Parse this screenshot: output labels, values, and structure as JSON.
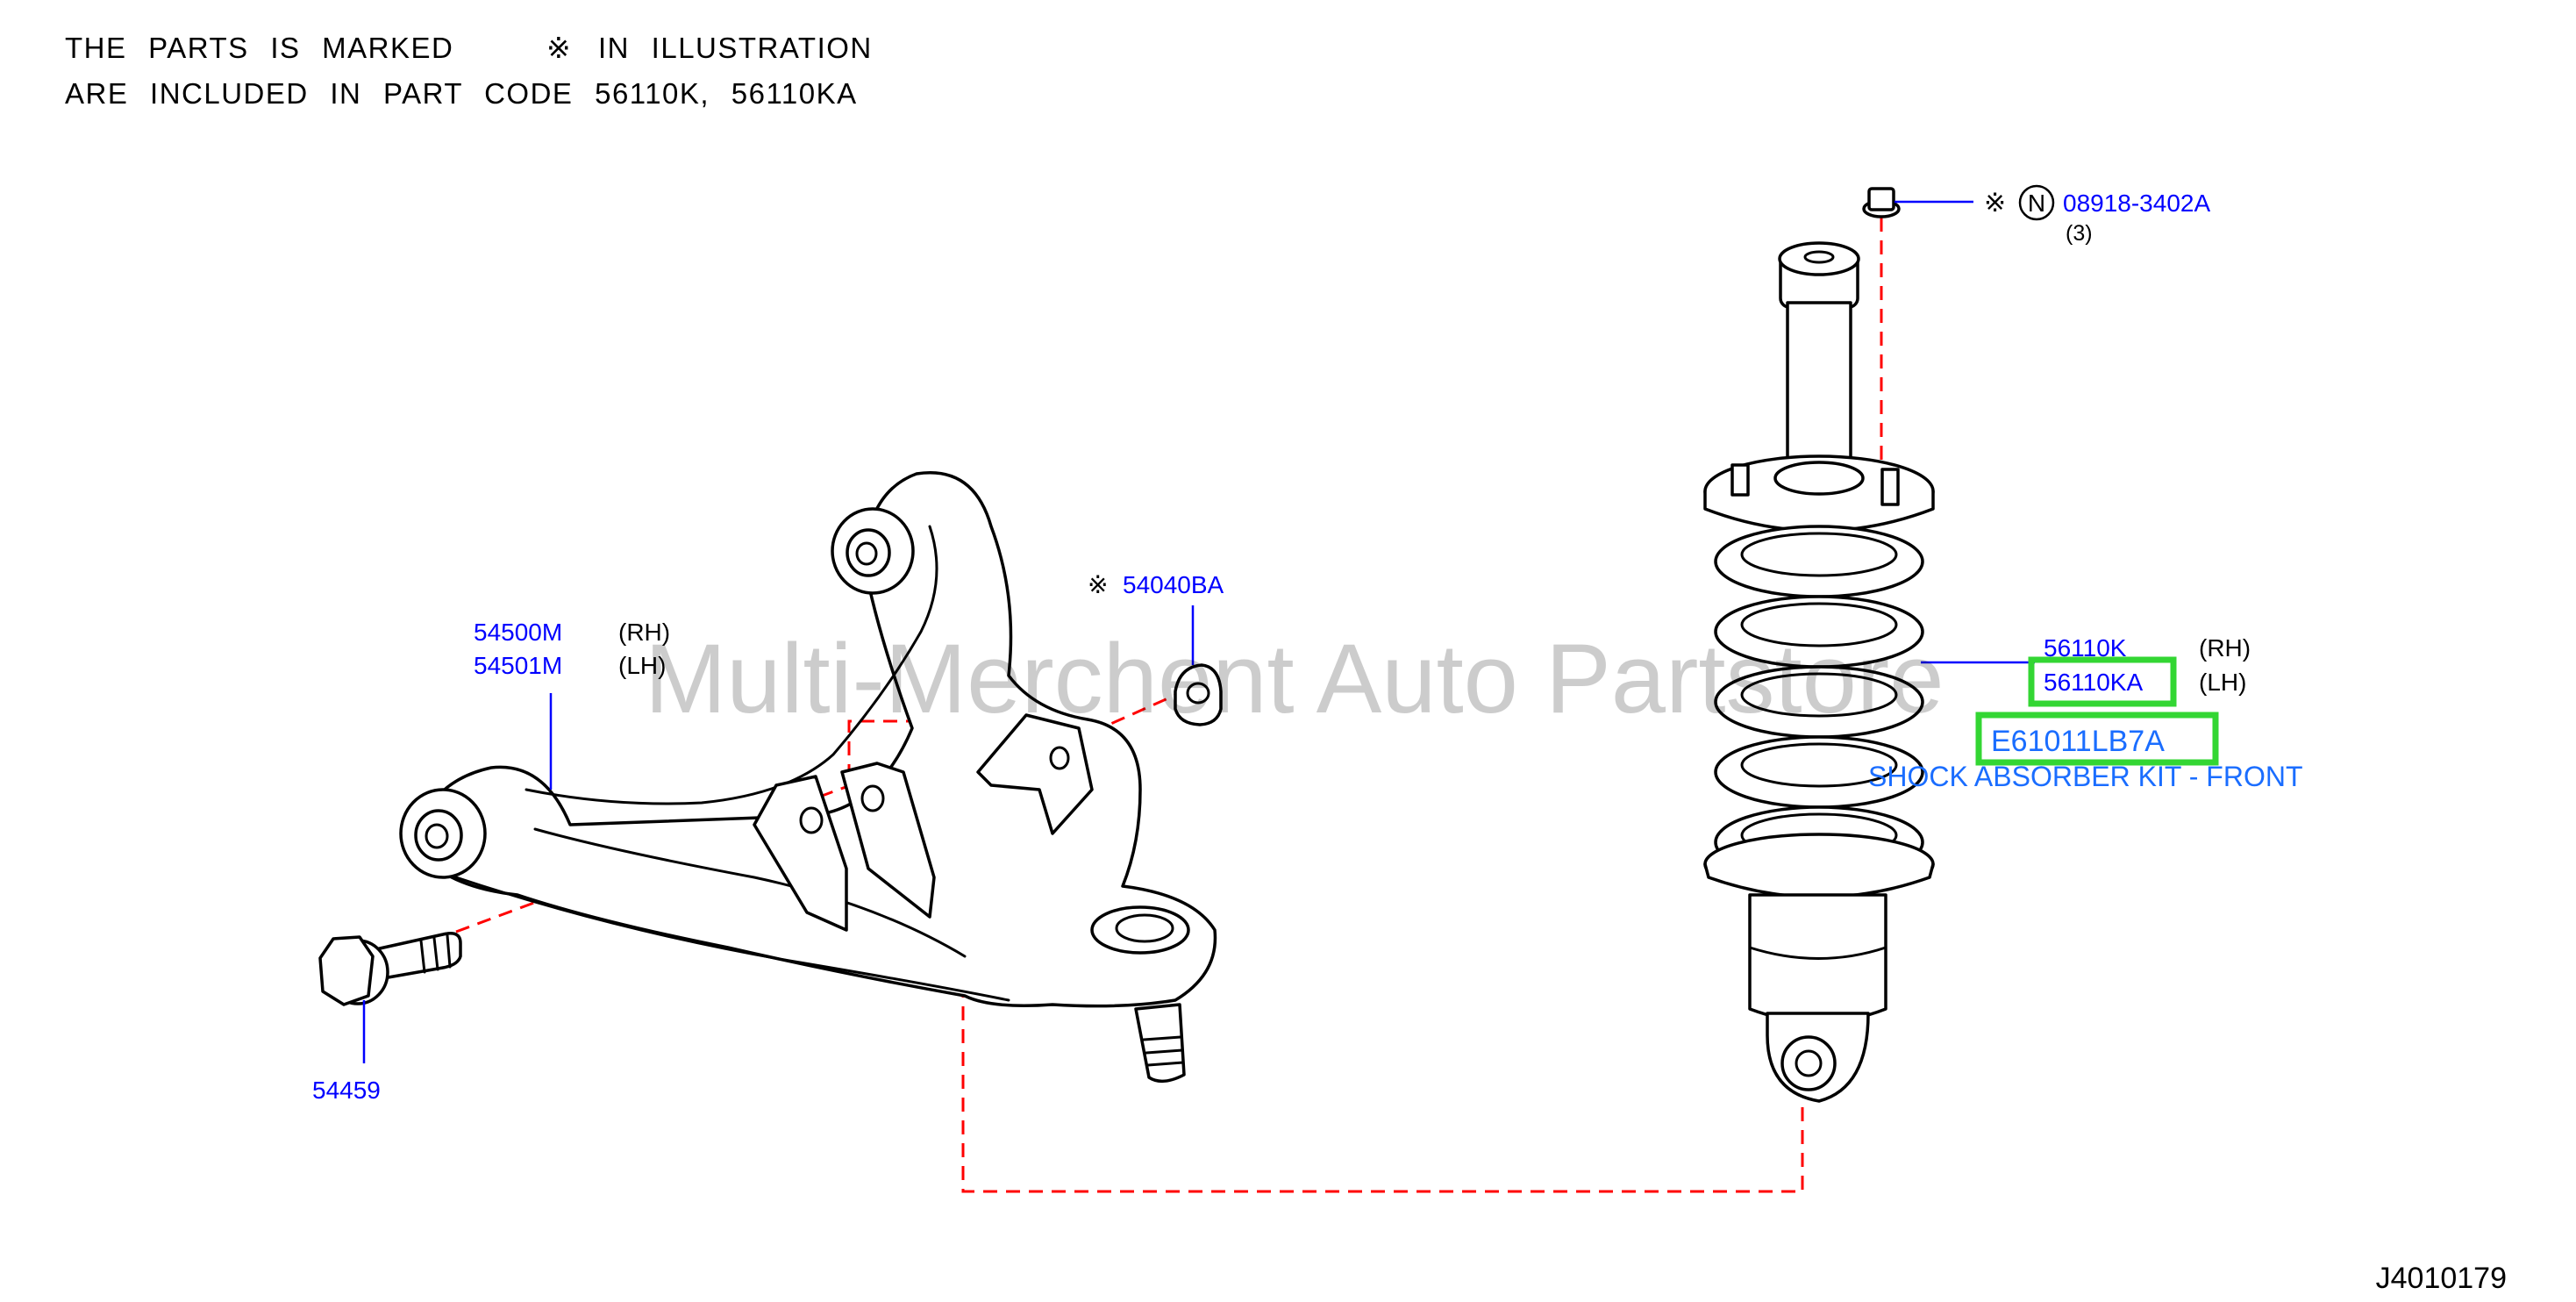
{
  "note": {
    "line1_a": "THE PARTS IS MARKED",
    "mark": "※",
    "line1_b": "IN ILLUSTRATION",
    "line2": "ARE INCLUDED IN PART CODE 56110K, 56110KA"
  },
  "parts": {
    "lower_arm_rh": {
      "code": "54500M",
      "side": "(RH)"
    },
    "lower_arm_lh": {
      "code": "54501M",
      "side": "(LH)"
    },
    "bushing": {
      "mark": "※",
      "code": "54040BA"
    },
    "bolt": {
      "code": "54459"
    },
    "nut": {
      "mark": "※",
      "n_symbol": "N",
      "code": "08918-3402A",
      "qty": "(3)"
    },
    "strut_rh": {
      "code": "56110K",
      "side": "(RH)"
    },
    "strut_lh": {
      "code": "56110KA",
      "side": "(LH)"
    },
    "kit": {
      "code": "E61011LB7A",
      "description": "SHOCK ABSORBER KIT - FRONT"
    }
  },
  "watermark": "Multi-Merchent Auto Partstore",
  "diagram_ref": "J4010179",
  "colors": {
    "part_code": "#0000ff",
    "leader": "#0000ff",
    "dashed_link": "#ff0000",
    "highlight": "#33d633",
    "kit_text": "#1a6dff"
  }
}
